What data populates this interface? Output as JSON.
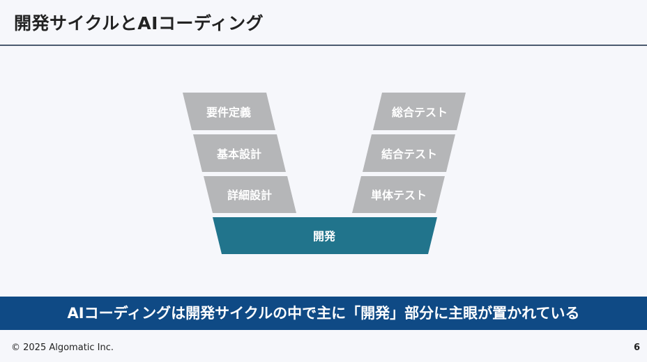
{
  "slide": {
    "title": "開発サイクルとAIコーディング",
    "page_number": "6"
  },
  "diagram": {
    "left_steps": [
      "要件定義",
      "基本設計",
      "詳細設計"
    ],
    "right_steps": [
      "総合テスト",
      "結合テスト",
      "単体テスト"
    ],
    "bottom_step": "開発"
  },
  "banner": {
    "text": "AIコーディングは開発サイクルの中で主に「開発」部分に主眼が置かれている"
  },
  "footer": {
    "copyright": "© 2025 Algomatic Inc."
  },
  "colors": {
    "background": "#f6f7fb",
    "step_gray": "#b5b6b8",
    "development_teal": "#21748c",
    "banner_blue": "#0f4a85",
    "rule": "#4b5a6e"
  }
}
